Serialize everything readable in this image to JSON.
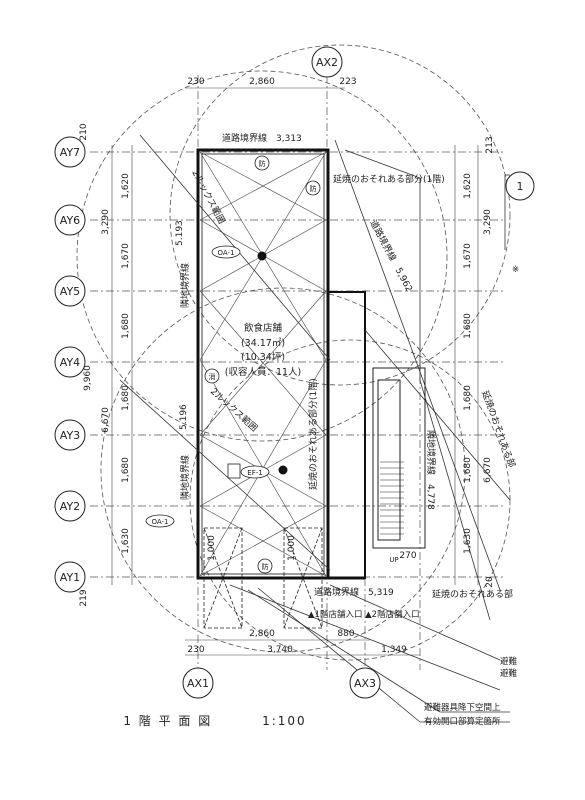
{
  "drawing": {
    "title": "1 階 平 面 図",
    "scale": "1:100"
  },
  "grid_left": [
    "AY7",
    "AY6",
    "AY5",
    "AY4",
    "AY3",
    "AY2",
    "AY1"
  ],
  "grid_right_partial": "1",
  "grid_top": "AX2",
  "grid_bottom": [
    "AX1",
    "AX3"
  ],
  "dims": {
    "top_left_gap": "230",
    "top_span": "2,860",
    "top_right_gap": "223",
    "top_offset_left": "210",
    "top_offset_right": "213",
    "bottom_offset_left": "219",
    "bottom_offset_right": "20",
    "row_heights": [
      "1,620",
      "1,670",
      "1,680",
      "1,680",
      "1,680",
      "1,630"
    ],
    "left_total": "9,960",
    "left_upper": "3,290",
    "left_lower": "6,670",
    "right_upper": "3,290",
    "right_lower": "6,670",
    "bottom_gap": "230",
    "bottom_span_1": "2,860",
    "bottom_span_2": "880",
    "bottom_total": "3,740",
    "bottom_right": "1,349",
    "opening_1": "1,000",
    "opening_2": "1,000",
    "stair_gap": "270"
  },
  "labels": {
    "road_top": "道路境界線　3,313",
    "road_bottom": "道路境界線　5,319",
    "road_right": "道路境界線　5,962",
    "neighbor_left_upper": "隣地境界線",
    "neighbor_left_lower": "隣地境界線",
    "neighbor_right": "隣地境界線　4,778",
    "fire_spread_top": "延焼のおそれある部分(1階)",
    "fire_spread_middle": "延焼のおそれある部分(1階)",
    "fire_spread_right": "延焼のおそれある部",
    "fire_spread_bottom": "延焼のおそれある部",
    "sprinkler_upper": "2ルックス範囲",
    "sprinkler_lower": "2ルックス範囲",
    "dim_upper": "5.193",
    "dim_lower": "5.196",
    "room_name": "飲食店舗",
    "room_area": "(34.17㎡)",
    "room_tsubo": "(10.34坪)",
    "room_capacity": "(収容人員：11人)",
    "entrance": "▲1階店舗入口 ▲2階店舗入口",
    "stair_up": "UP",
    "fire_1": "防",
    "fire_2": "防",
    "fire_3": "防",
    "fire_4": "消",
    "oa_1": "OA-1",
    "oa_2": "OA-1",
    "ef": "EF-1",
    "note_1": "避難器具降下空間上",
    "note_2": "有効開口部算定箇所",
    "note_3": "避難",
    "note_4": "避難",
    "right_edge": "※"
  }
}
